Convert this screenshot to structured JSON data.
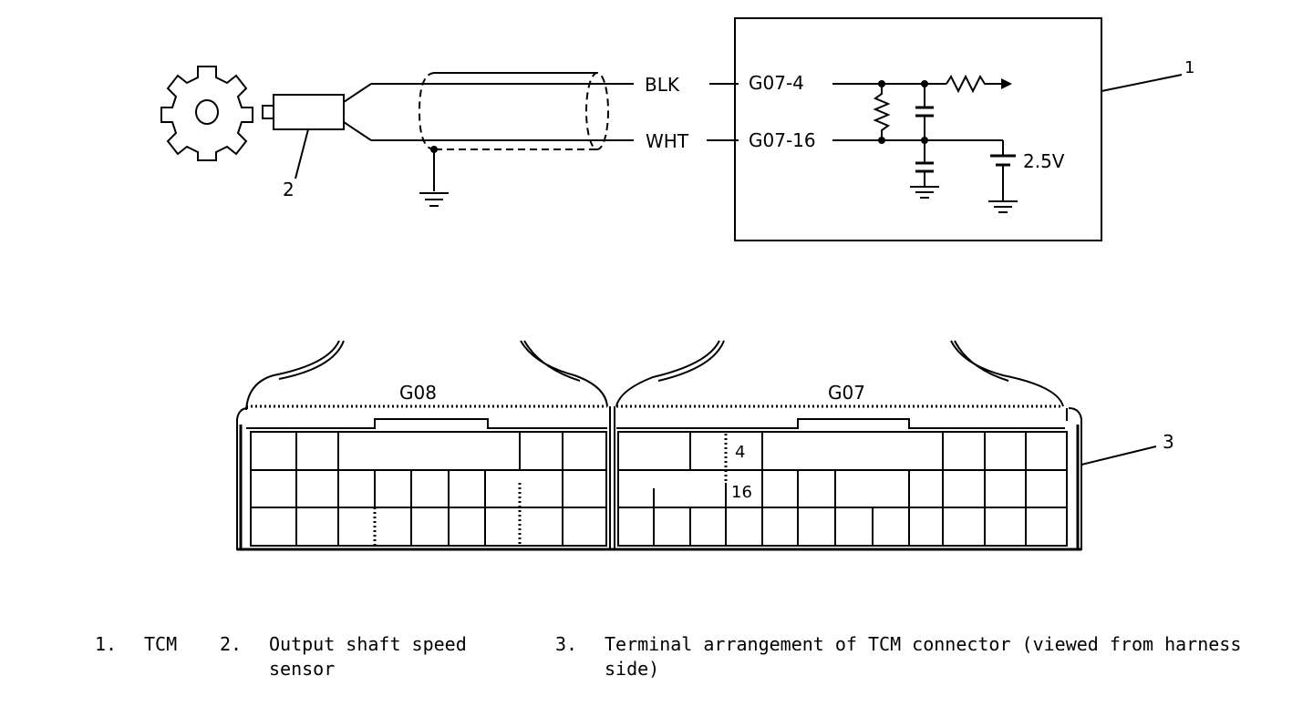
{
  "callouts": {
    "tcm": "1",
    "sensor": "2",
    "connector": "3"
  },
  "wires": {
    "wire1": {
      "color": "BLK",
      "pin": "G07-4"
    },
    "wire2": {
      "color": "WHT",
      "pin": "G07-16"
    }
  },
  "reference_voltage": "2.5V",
  "connectors": {
    "left": "G08",
    "right": "G07"
  },
  "terminals": {
    "upper": "4",
    "lower": "16"
  },
  "legend": [
    {
      "num": "1.",
      "text": "TCM"
    },
    {
      "num": "2.",
      "text": "Output shaft speed sensor"
    },
    {
      "num": "3.",
      "text": "Terminal arrangement of TCM connector (viewed from harness side)"
    }
  ]
}
